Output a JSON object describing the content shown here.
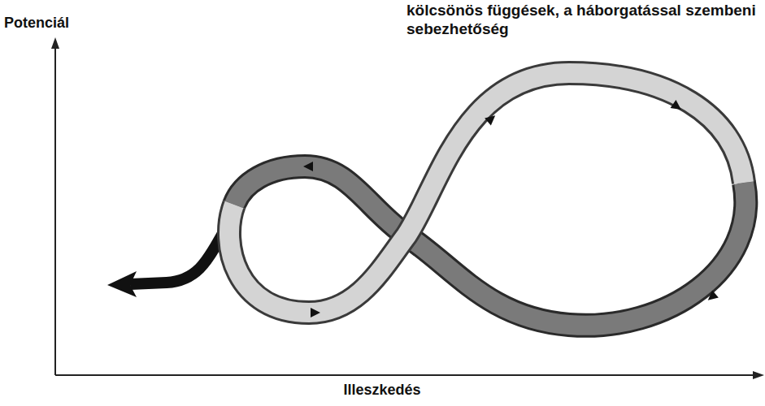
{
  "diagram": {
    "labels": [
      "Potenciál",
      "Illeszkedés",
      "kölcsönös függések, a háborgatással szembeni sebezhetőség"
    ]
  }
}
